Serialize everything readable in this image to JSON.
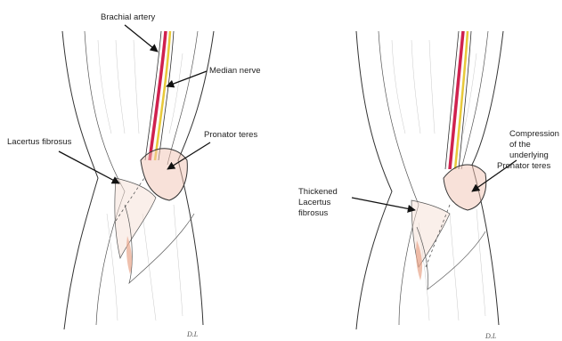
{
  "left_panel": {
    "labels": {
      "brachial_artery": "Brachial artery",
      "median_nerve": "Median nerve",
      "lacertus_fibrosus": "Lacertus fibrosus",
      "pronator_teres": "Pronator teres"
    },
    "signature": "D.L"
  },
  "right_panel": {
    "labels": {
      "compression_line1": "Compression",
      "compression_line2": "of the",
      "compression_line3": "underlying",
      "compression_line4": "Pronator teres",
      "thickened_line1": "Thickened",
      "thickened_line2": "Lacertus",
      "thickened_line3": "fibrosus"
    },
    "signature": "D.L"
  },
  "colors": {
    "artery": "#d0214e",
    "nerve": "#e8c93a",
    "muscle_tint": "#e8a58a",
    "line": "#333333"
  }
}
